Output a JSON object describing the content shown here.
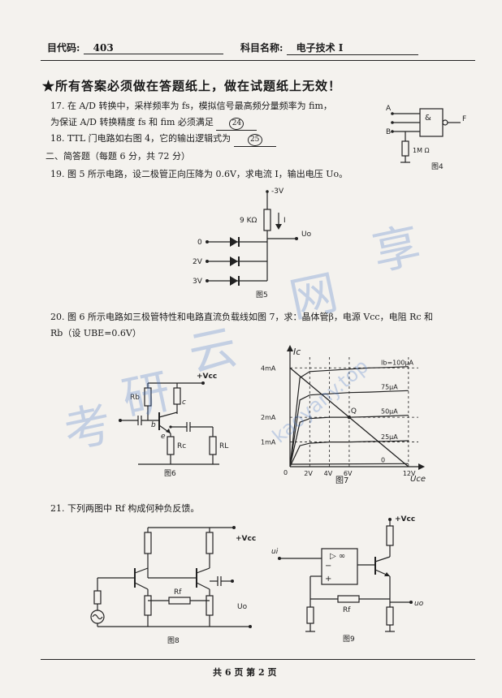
{
  "header": {
    "code_label": "目代码:",
    "code_value": "403",
    "subject_label": "科目名称:",
    "subject_value": "电子技术 I"
  },
  "notice": "★所有答案必须做在答题纸上，做在试题纸上无效！",
  "q17": {
    "line1": "17. 在 A/D 转换中，采样频率为 fs，模拟信号最高频分量频率为 fim，",
    "line2": "为保证 A/D 转换精度 fs 和 fim 必须满足",
    "blank": "24"
  },
  "q18": {
    "text": "18. TTL 门电路如右图 4，它的输出逻辑式为",
    "blank": "25"
  },
  "section2": "二、简答题（每题 6 分，共 72 分）",
  "q19": {
    "text": "19. 图 5 所示电路，设二极管正向压降为 0.6V，求电流 I，输出电压 Uo。"
  },
  "q20": {
    "line1": "20. 图 6 所示电路如三极管特性和电路直流负载线如图 7，求：晶体管β，电源 Vcc，电阻 Rc 和",
    "line2": "Rb（设 UBE=0.6V）"
  },
  "q21": {
    "text": "21. 下列两图中 Rf 构成何种负反馈。"
  },
  "fig4": {
    "caption": "图4",
    "in_a": "A",
    "in_b": "B",
    "gate": "&",
    "out": "F",
    "res": "1M Ω"
  },
  "fig5": {
    "caption": "图5",
    "supply": "-3V",
    "res": "9 KΩ",
    "current": "I",
    "out": "Uo",
    "inputs": [
      "0",
      "2V",
      "3V"
    ]
  },
  "fig6": {
    "caption": "图6",
    "vcc": "+Vcc",
    "rb": "Rb",
    "rc": "Rc",
    "rl": "RL",
    "c": "c",
    "b": "b",
    "e": "e"
  },
  "fig7": {
    "caption": "图7",
    "ylabel": "Ic",
    "xlabel": "Uce",
    "origin": "0",
    "yticks": [
      "4mA",
      "2mA",
      "1mA"
    ],
    "xticks": [
      "2V",
      "4V",
      "6V",
      "12V"
    ],
    "curve_labels": [
      "Ib=100μA",
      "75μA",
      "50μA",
      "25μA",
      "0"
    ],
    "qlabel": "Q"
  },
  "fig8": {
    "caption": "图8",
    "vcc": "+Vcc",
    "rf": "Rf",
    "uo": "Uo"
  },
  "fig9": {
    "caption": "图9",
    "vcc": "+Vcc",
    "ui": "ui",
    "op": "▷ ∞",
    "minus": "−",
    "plus": "+",
    "rf": "Rf",
    "uo": "uo"
  },
  "watermark": {
    "chars": [
      "考",
      "研",
      "云",
      "网",
      "享"
    ],
    "url": "kaoyany.top"
  },
  "footer": "共  6  页  第  2  页",
  "chart_data": {
    "type": "line",
    "title": "",
    "xlabel": "Uce",
    "ylabel": "Ic",
    "xlim": [
      0,
      13
    ],
    "ylim": [
      0,
      4.6
    ],
    "series": [
      {
        "name": "Ib=100μA",
        "x": [
          0,
          1,
          2,
          4,
          6,
          8,
          10,
          12
        ],
        "y": [
          0,
          3.6,
          3.85,
          3.9,
          3.95,
          4.0,
          4.02,
          4.05
        ]
      },
      {
        "name": "75μA",
        "x": [
          0,
          1,
          2,
          4,
          6,
          8,
          10,
          12
        ],
        "y": [
          0,
          2.7,
          2.9,
          2.95,
          3.0,
          3.02,
          3.05,
          3.08
        ]
      },
      {
        "name": "50μA",
        "x": [
          0,
          1,
          2,
          4,
          6,
          8,
          10,
          12
        ],
        "y": [
          0,
          1.8,
          1.95,
          2.0,
          2.0,
          2.02,
          2.05,
          2.08
        ]
      },
      {
        "name": "25μA",
        "x": [
          0,
          1,
          2,
          4,
          6,
          8,
          10,
          12
        ],
        "y": [
          0,
          0.85,
          0.95,
          1.0,
          1.0,
          1.02,
          1.03,
          1.05
        ]
      },
      {
        "name": "0",
        "x": [
          0,
          12
        ],
        "y": [
          0.1,
          0.12
        ]
      }
    ],
    "load_line": {
      "x": [
        0,
        12
      ],
      "y": [
        4,
        0
      ]
    },
    "q_point": {
      "x": 6,
      "y": 2
    }
  }
}
